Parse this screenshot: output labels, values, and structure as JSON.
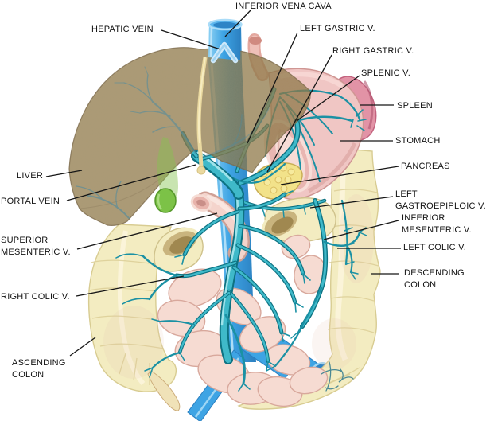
{
  "labels": {
    "inferior_vena_cava": "INFERIOR VENA CAVA",
    "hepatic_vein": "HEPATIC VEIN",
    "left_gastric_v": "LEFT GASTRIC V.",
    "right_gastric_v": "RIGHT GASTRIC V.",
    "splenic_v": "SPLENIC V.",
    "spleen": "SPLEEN",
    "stomach": "STOMACH",
    "pancreas": "PANCREAS",
    "left_gastroepiploic_v": "LEFT\nGASTROEPIPLOIC V.",
    "inferior_mesenteric_v": "INFERIOR\nMESENTERIC V.",
    "left_colic_v": "LEFT COLIC V.",
    "descending_colon": "DESCENDING\nCOLON",
    "liver": "LIVER",
    "portal_vein": "PORTAL VEIN",
    "superior_mesenteric_v": "SUPERIOR\nMESENTERIC V.",
    "right_colic_v": "RIGHT COLIC V.",
    "ascending_colon": "ASCENDING\nCOLON"
  },
  "colors": {
    "background": "#ffffff",
    "label_text": "#121212",
    "leader_line": "#161616",
    "vein_teal": "#3fb9c9",
    "vein_outline": "#0d7282",
    "vena_cava_blue": "#3ea4e4",
    "liver_tan": "#ab9a75",
    "stomach_pink": "#f0c6c4",
    "spleen_mauve": "#e293a6",
    "pancreas_yellow": "#f2e28a",
    "colon_yellow": "#f3ecc1",
    "intestine_pink": "#f6dbd2",
    "gallbladder_green": "#7cc247",
    "esophagus_pink": "#efc0b8"
  }
}
